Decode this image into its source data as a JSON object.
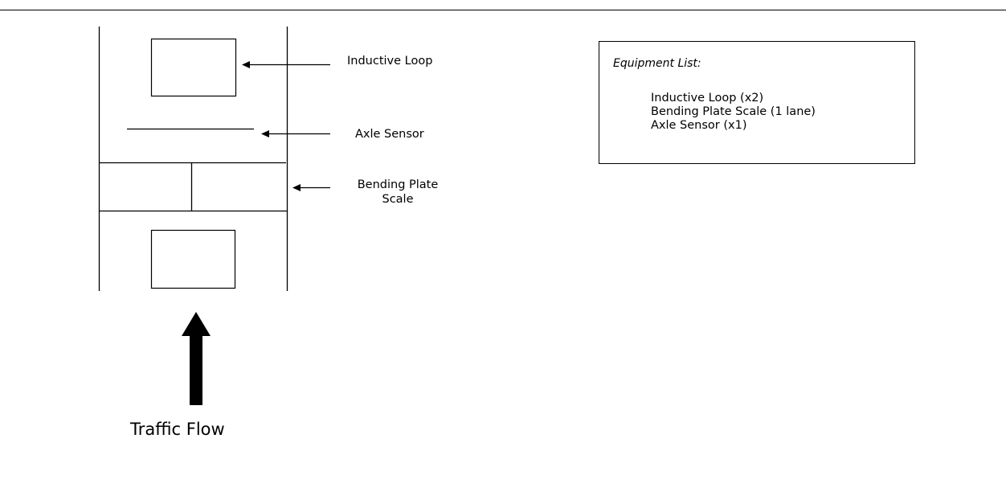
{
  "labels": {
    "inductive_loop": "Inductive Loop",
    "axle_sensor": "Axle Sensor",
    "bending_plate_line1": "Bending Plate",
    "bending_plate_line2": "Scale",
    "traffic_flow": "Traffic Flow"
  },
  "equipment_list": {
    "title": "Equipment List:",
    "items": [
      "Inductive Loop (x2)",
      "Bending Plate Scale (1 lane)",
      "Axle Sensor (x1)"
    ]
  },
  "colors": {
    "stroke": "#000000",
    "background": "#ffffff"
  }
}
